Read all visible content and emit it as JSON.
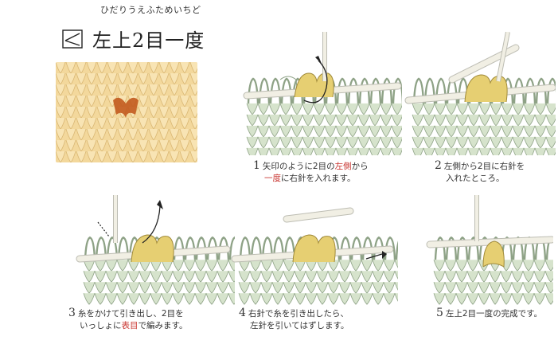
{
  "header": {
    "furigana": "ひだりうえふためいちど",
    "title": "左上2目一度"
  },
  "colors": {
    "yarn_green": "#d6e3cc",
    "yarn_outline": "#8ea286",
    "working_yarn": "#e6cf72",
    "needle": "#f1efe4",
    "accent_red": "#c8342f",
    "photo_bg": "#f3d89c",
    "photo_highlight": "#c25a1e"
  },
  "steps": [
    {
      "num": "1",
      "line1_a": "矢印のように2目の",
      "line1_red": "左側",
      "line1_b": "から",
      "line2_red": "一度",
      "line2_b": "に右針を入れます。"
    },
    {
      "num": "2",
      "line1": "左側から2目に右針を",
      "line2": "入れたところ。"
    },
    {
      "num": "3",
      "line1": "糸をかけて引き出し、2目を",
      "line2_a": "いっしょに",
      "line2_red": "表目",
      "line2_b": "で編みます。"
    },
    {
      "num": "4",
      "line1": "右針で糸を引き出したら、",
      "line2": "左針を引いてはずします。"
    },
    {
      "num": "5",
      "line1": "左上2目一度の完成です。"
    }
  ]
}
